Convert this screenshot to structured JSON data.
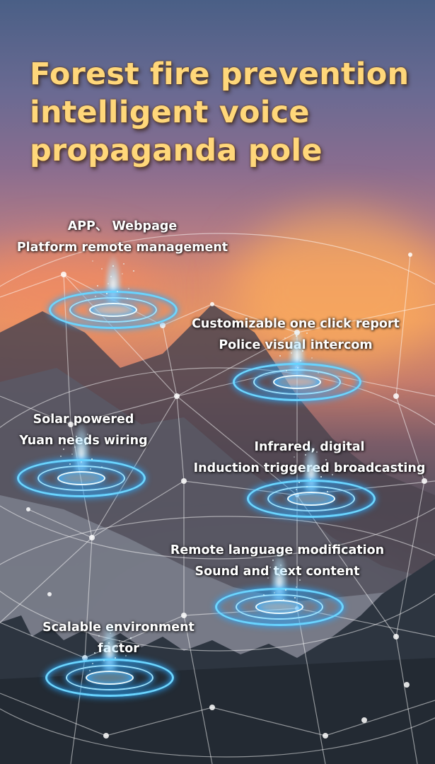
{
  "title": {
    "line1": "Forest fire prevention",
    "line2": "intelligent voice",
    "line3": "propaganda pole"
  },
  "features": [
    {
      "line1": "APP、 Webpage",
      "line2": "Platform remote management"
    },
    {
      "line1": "Customizable one click report",
      "line2": "Police visual intercom"
    },
    {
      "line1": "Solar powered",
      "line2": "Yuan needs wiring"
    },
    {
      "line1": "Infrared, digital",
      "line2": "Induction triggered broadcasting"
    },
    {
      "line1": "Remote language modification",
      "line2": "Sound and text content"
    },
    {
      "line1": "Scalable environment",
      "line2": "factor"
    }
  ],
  "colors": {
    "title": "#ffd77a",
    "ring": "#5fd0ff",
    "network": "#ffffff"
  }
}
